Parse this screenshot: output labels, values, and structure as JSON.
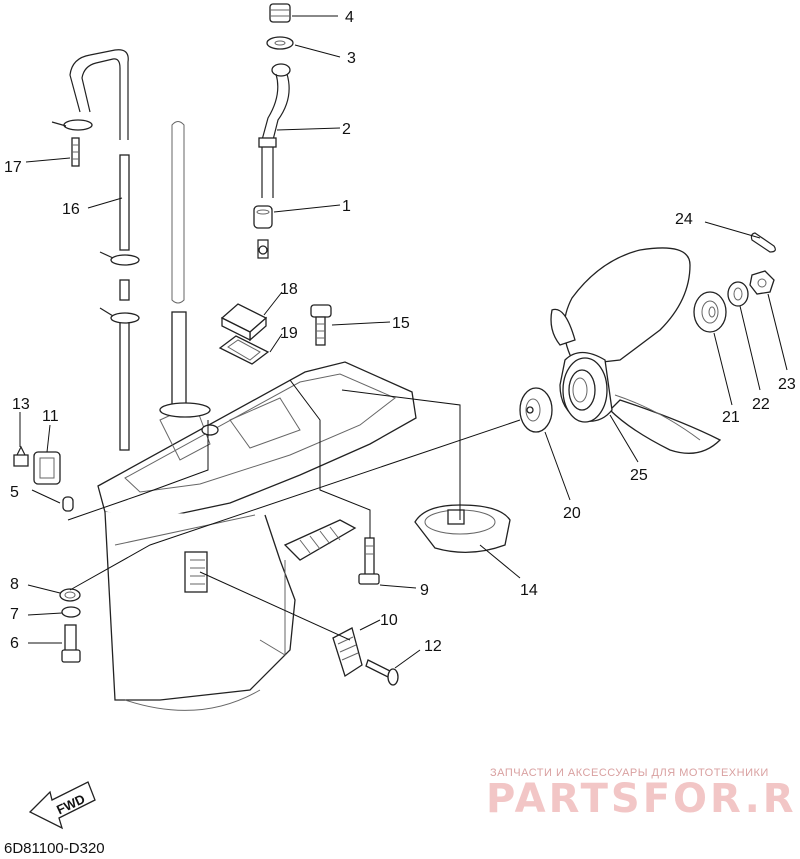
{
  "diagram": {
    "labels": [
      {
        "id": "1",
        "text": "1"
      },
      {
        "id": "2",
        "text": "2"
      },
      {
        "id": "3",
        "text": "3"
      },
      {
        "id": "4",
        "text": "4"
      },
      {
        "id": "5",
        "text": "5"
      },
      {
        "id": "6",
        "text": "6"
      },
      {
        "id": "7",
        "text": "7"
      },
      {
        "id": "8",
        "text": "8"
      },
      {
        "id": "9",
        "text": "9"
      },
      {
        "id": "10",
        "text": "10"
      },
      {
        "id": "11",
        "text": "11"
      },
      {
        "id": "12",
        "text": "12"
      },
      {
        "id": "13",
        "text": "13"
      },
      {
        "id": "14",
        "text": "14"
      },
      {
        "id": "15",
        "text": "15"
      },
      {
        "id": "16",
        "text": "16"
      },
      {
        "id": "17",
        "text": "17"
      },
      {
        "id": "18",
        "text": "18"
      },
      {
        "id": "19",
        "text": "19"
      },
      {
        "id": "20",
        "text": "20"
      },
      {
        "id": "21",
        "text": "21"
      },
      {
        "id": "22",
        "text": "22"
      },
      {
        "id": "23",
        "text": "23"
      },
      {
        "id": "24",
        "text": "24"
      },
      {
        "id": "25",
        "text": "25"
      }
    ],
    "diagram_code": "6D81100-D320",
    "fwd_label": "FWD"
  },
  "watermark": {
    "tagline": "ЗАПЧАСТИ И АКСЕССУАРЫ ДЛЯ МОТОТЕХНИКИ",
    "brand": "PARTSFOR.RU",
    "color": "#e8a9a9"
  }
}
